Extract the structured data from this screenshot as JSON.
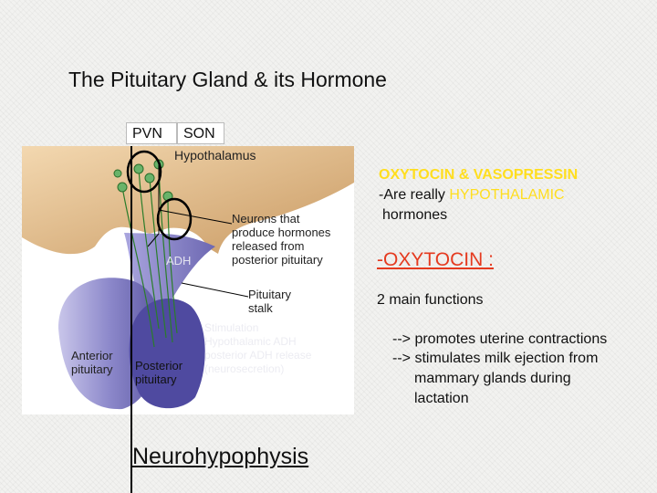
{
  "title": "The Pituitary Gland & its Hormone",
  "tags": {
    "pvn": "PVN",
    "son": "SON"
  },
  "diagram": {
    "hypothalamus": "Hypothalamus",
    "neurons_label": [
      "Neurons that",
      "produce hormones",
      "released from",
      "posterior pituitary"
    ],
    "stalk_label": [
      "Pituitary",
      "stalk"
    ],
    "anterior_label": [
      "Anterior",
      "pituitary"
    ],
    "posterior_label": [
      "Posterior",
      "pituitary"
    ],
    "faded_word": "ADH",
    "faded_note": [
      "Stimulation",
      "Hypothalamic ADH",
      "posterior ADH release",
      "(neurosecretion)"
    ]
  },
  "bottom_label": "Neurohypophysis",
  "right": {
    "line1": "OXYTOCIN & VASOPRESSIN",
    "line2_prefix": "-Are really ",
    "line2_highlight": "HYPOTHALAMIC",
    "line3": "hormones",
    "heading": "-OXYTOCIN : ",
    "functions_label": "2 main functions",
    "bullet1": "--> promotes uterine contractions",
    "bullet2_l1": "--> stimulates milk ejection from",
    "bullet2_l2": "mammary glands during",
    "bullet2_l3": "lactation"
  },
  "colors": {
    "highlight_yellow": "#ffde1f",
    "hypothalamus_tan": "#d9b07d",
    "pituitary_purple": "#8c88c8",
    "neuron_green": "#5fa05f"
  }
}
